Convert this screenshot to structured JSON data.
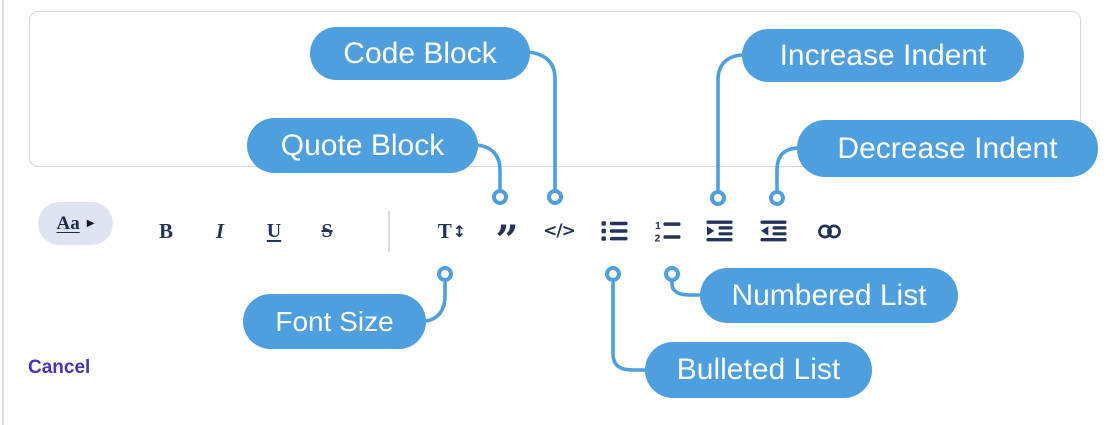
{
  "colors": {
    "callout_bg": "#4d9fdf",
    "icon": "#24335a",
    "cancel": "#4733b4",
    "font_style_bg": "#e0e3f2",
    "editor_border": "#d6d9e0"
  },
  "editor": {
    "toolbar": {
      "font_style": {
        "label": "Aa",
        "caret": "▶"
      },
      "bold": {
        "label": "B"
      },
      "italic": {
        "label": "I"
      },
      "underline": {
        "label": "U"
      },
      "strikethrough": {
        "label": "S"
      },
      "font_size": {
        "label": "T",
        "arrow": "↕"
      },
      "quote": {
        "label": "”"
      },
      "code": {
        "label": "</>"
      },
      "numbered_list": {
        "digit1": "1",
        "digit2": "2"
      }
    }
  },
  "callouts": {
    "code_block": {
      "label": "Code Block"
    },
    "quote_block": {
      "label": "Quote Block"
    },
    "increase_indent": {
      "label": "Increase Indent"
    },
    "decrease_indent": {
      "label": "Decrease Indent"
    },
    "font_size": {
      "label": "Font Size"
    },
    "numbered_list": {
      "label": "Numbered List"
    },
    "bulleted_list": {
      "label": "Bulleted List"
    }
  },
  "footer": {
    "cancel_label": "Cancel"
  }
}
